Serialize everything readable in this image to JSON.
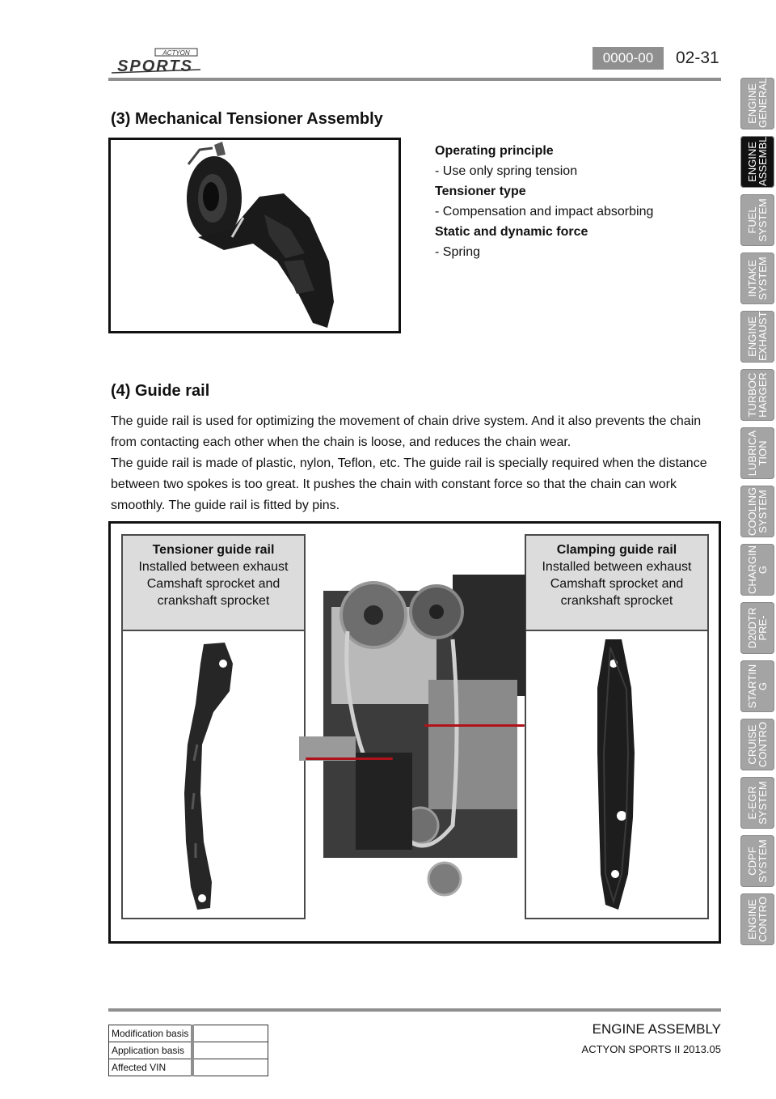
{
  "header": {
    "logo_top": "ACTYON",
    "logo_main": "SPORTS",
    "code": "0000-00",
    "page": "02-31"
  },
  "tabs": [
    {
      "label": "ENGINE\nGENERAL",
      "active": false
    },
    {
      "label": "ENGINE\nASSEMBL",
      "active": true
    },
    {
      "label": "FUEL\nSYSTEM",
      "active": false
    },
    {
      "label": "INTAKE\nSYSTEM",
      "active": false
    },
    {
      "label": "ENGINE\nEXHAUST",
      "active": false
    },
    {
      "label": "TURBOC\nHARGER",
      "active": false
    },
    {
      "label": "LUBRICA\nTION",
      "active": false
    },
    {
      "label": "COOLING\nSYSTEM",
      "active": false
    },
    {
      "label": "CHARGIN\nG",
      "active": false
    },
    {
      "label": "D20DTR\nPRE-",
      "active": false
    },
    {
      "label": "STARTIN\nG",
      "active": false
    },
    {
      "label": "CRUISE\nCONTRO",
      "active": false
    },
    {
      "label": "E-EGR\nSYSTEM",
      "active": false
    },
    {
      "label": "CDPF\nSYSTEM",
      "active": false
    },
    {
      "label": "ENGINE\nCONTRO",
      "active": false
    }
  ],
  "section3": {
    "title": "(3) Mechanical Tensioner Assembly",
    "specs": [
      {
        "heading": "Operating principle",
        "value": "- Use only spring tension"
      },
      {
        "heading": "Tensioner type",
        "value": "- Compensation and impact absorbing"
      },
      {
        "heading": "Static and dynamic force",
        "value": "- Spring"
      }
    ]
  },
  "section4": {
    "title": "(4) Guide rail",
    "paragraph1": "The guide rail is used for optimizing the movement of chain drive system. And it also prevents the chain from contacting each other when the chain is loose, and reduces the chain wear.",
    "paragraph2": "The guide rail is made of plastic, nylon, Teflon, etc. The guide rail is specially required when the distance between two spokes is too great. It pushes the chain with constant force so that the chain can work smoothly. The guide rail is fitted by pins.",
    "left_caption": {
      "title": "Tensioner guide rail",
      "text": "Installed between exhaust Camshaft sprocket and crankshaft sprocket"
    },
    "right_caption": {
      "title": "Clamping guide rail",
      "text": "Installed between exhaust Camshaft sprocket and crankshaft sprocket"
    }
  },
  "footer": {
    "title": "ENGINE ASSEMBLY",
    "subtitle": "ACTYON SPORTS II 2013.05",
    "rows": [
      "Modification basis",
      "Application basis",
      "Affected VIN"
    ]
  },
  "colors": {
    "accent_red": "#b1121a",
    "tab_gray": "#a4a4a4",
    "tab_active": "#111111",
    "rule_gray": "#8f8f8f"
  }
}
